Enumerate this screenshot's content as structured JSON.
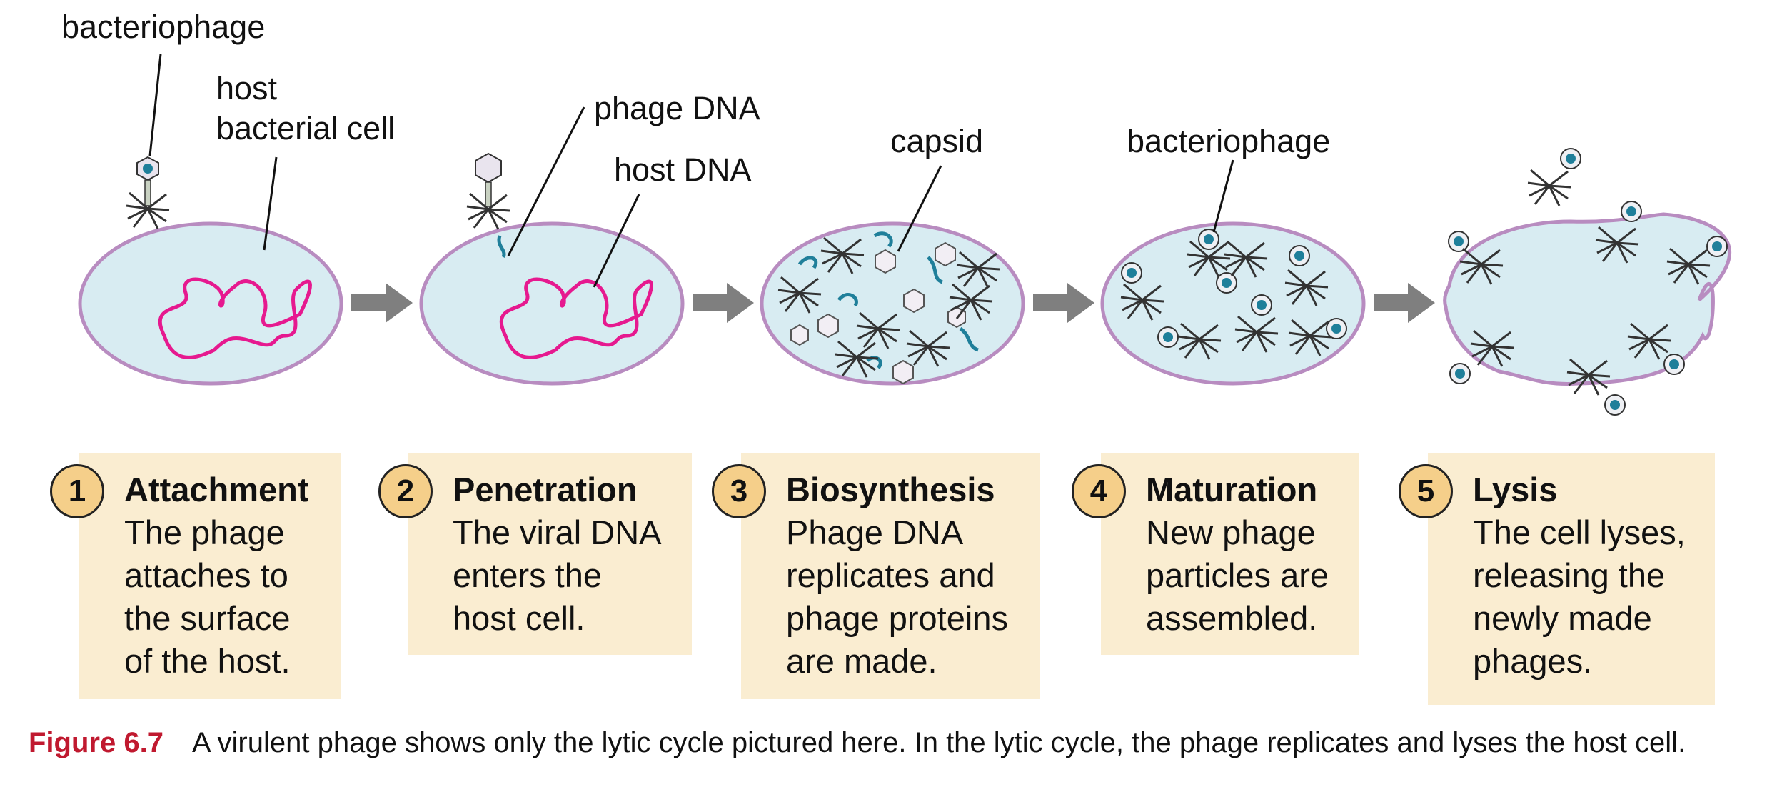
{
  "labels": {
    "bacteriophage_1": "bacteriophage",
    "host_cell": "host\nbacterial cell",
    "phage_dna": "phage DNA",
    "host_dna": "host DNA",
    "capsid": "capsid",
    "bacteriophage_2": "bacteriophage"
  },
  "steps": [
    {
      "number": "1",
      "title": "Attachment",
      "description": "The phage\nattaches to\nthe surface\nof the host."
    },
    {
      "number": "2",
      "title": "Penetration",
      "description": "The viral DNA\nenters the\nhost cell."
    },
    {
      "number": "3",
      "title": "Biosynthesis",
      "description": "Phage DNA\nreplicates and\nphage proteins\nare made."
    },
    {
      "number": "4",
      "title": "Maturation",
      "description": "New phage\nparticles are\nassembled."
    },
    {
      "number": "5",
      "title": "Lysis",
      "description": "The cell lyses,\nreleasing the\nnewly made\nphages."
    }
  ],
  "caption": {
    "figure": "Figure 6.7",
    "text": "A virulent phage shows only the lytic cycle pictured here. In the lytic cycle, the phage replicates and lyses the host cell."
  },
  "colors": {
    "cell_fill": "#d8ecf2",
    "cell_stroke": "#b88cc0",
    "host_dna": "#e6198f",
    "phage_dna": "#1f7f9a",
    "box_fill": "#faedd1",
    "number_fill": "#f5cf8a",
    "caption_accent": "#c0192f",
    "arrow": "#7f7f7f"
  }
}
